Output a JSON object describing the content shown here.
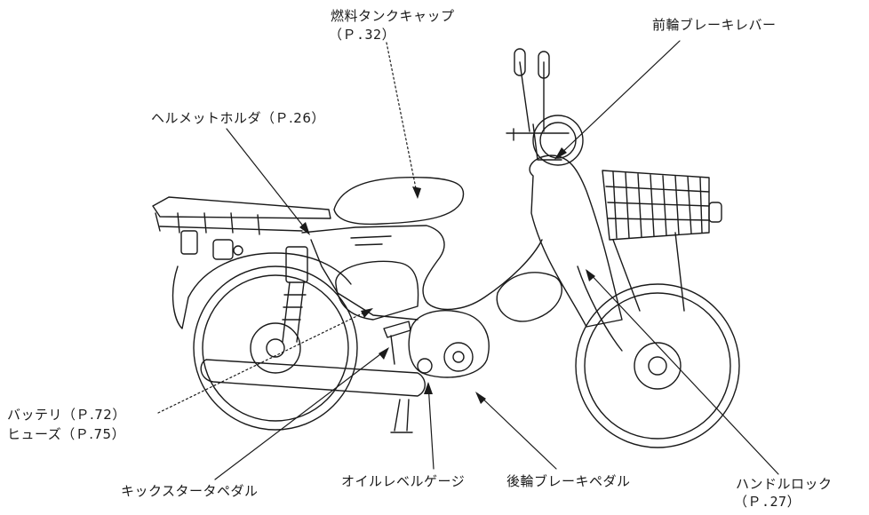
{
  "labels": {
    "fuel_cap": {
      "line1": "燃料タンクキャップ",
      "line2": "（Ｐ.32）"
    },
    "front_brake_lever": "前輪ブレーキレバー",
    "helmet_holder": "ヘルメットホルダ（Ｐ.26）",
    "battery": "バッテリ（Ｐ.72）",
    "fuse": "ヒューズ（Ｐ.75）",
    "kick_starter": "キックスタータペダル",
    "oil_level_gauge": "オイルレベルゲージ",
    "rear_brake_pedal": "後輪ブレーキペダル",
    "handle_lock": {
      "line1": "ハンドルロック",
      "line2": "（Ｐ.27）"
    }
  }
}
